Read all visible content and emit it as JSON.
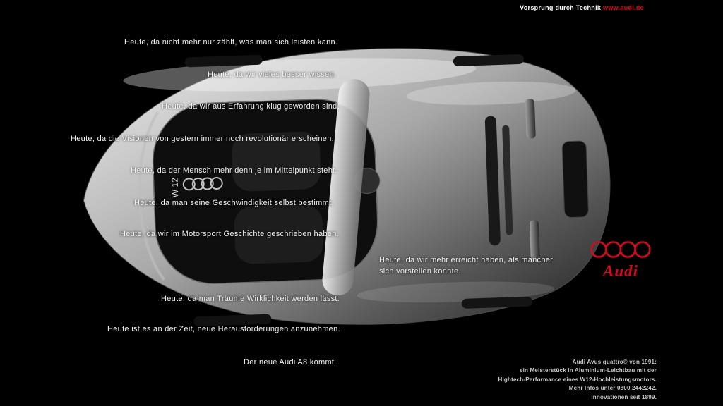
{
  "header": {
    "tagline": "Vorsprung durch Technik",
    "url": "www.audi.de"
  },
  "lines": [
    {
      "text": "Heute, da nicht mehr nur zählt, was man sich leisten kann."
    },
    {
      "text": "Heute, da wir vieles besser wissen."
    },
    {
      "text": "Heute, da wir aus Erfahrung klug geworden sind."
    },
    {
      "text": "Heute, da die Visionen von gestern immer noch revolutionär erscheinen."
    },
    {
      "text": "Heute, da der Mensch mehr denn je im Mittelpunkt steht."
    },
    {
      "text": "Heute, da man seine Geschwindigkeit selbst bestimmt."
    },
    {
      "text": "Heute, da wir im Motorsport Geschichte geschrieben haben."
    },
    {
      "text": "Heute, da man Träume Wirklichkeit werden lässt."
    },
    {
      "text": "Heute ist es an der Zeit, neue Herausforderungen anzunehmen."
    },
    {
      "text": "Der neue Audi A8 kommt."
    }
  ],
  "right_block": {
    "line1": "Heute, da wir mehr erreicht haben, als mancher",
    "line2": "sich vorstellen konnte."
  },
  "brand": {
    "wordmark": "Audi"
  },
  "car": {
    "engine_badge": "W 12"
  },
  "footer": {
    "lines": [
      "Audi Avus quattro® von 1991:",
      "ein Meisterstück in Aluminium-Leichtbau mit der",
      "Hightech-Performance eines W12-Hochleistungsmotors.",
      "Mehr Infos unter 0800 2442242.",
      "Innovationen seit 1899."
    ]
  },
  "colors": {
    "background": "#000000",
    "text": "#f1f1f1",
    "accent_red": "#e30613",
    "logo_red": "#d40a20",
    "car_silver": "#c9c9c9"
  }
}
